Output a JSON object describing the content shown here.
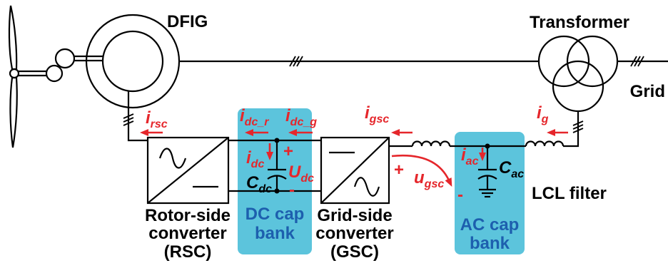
{
  "colors": {
    "line": "#000000",
    "annotation": "#e5262b",
    "bank_fill": "#5cc4dc",
    "bank_text": "#1d5fae"
  },
  "labels": {
    "dfig": "DFIG",
    "transformer": "Transformer",
    "grid": "Grid",
    "lcl_filter": "LCL filter"
  },
  "converters": {
    "rsc": [
      "Rotor-side",
      "converter",
      "(RSC)"
    ],
    "gsc": [
      "Grid-side",
      "converter",
      "(GSC)"
    ]
  },
  "cap_banks": {
    "dc": [
      "DC cap",
      "bank"
    ],
    "ac": [
      "AC cap",
      "bank"
    ]
  },
  "capacitors": {
    "c_dc": {
      "symbol": "C",
      "subscript": "dc"
    },
    "c_ac": {
      "symbol": "C",
      "subscript": "ac"
    }
  },
  "quantities": {
    "i_rsc": {
      "symbol": "i",
      "subscript": "rsc"
    },
    "i_dc_r": {
      "symbol": "i",
      "subscript": "dc_r"
    },
    "i_dc_g": {
      "symbol": "i",
      "subscript": "dc_g"
    },
    "i_dc": {
      "symbol": "i",
      "subscript": "dc"
    },
    "u_dc": {
      "symbol": "U",
      "subscript": "dc"
    },
    "i_gsc": {
      "symbol": "i",
      "subscript": "gsc"
    },
    "u_gsc": {
      "symbol": "u",
      "subscript": "gsc"
    },
    "i_ac": {
      "symbol": "i",
      "subscript": "ac"
    },
    "i_g": {
      "symbol": "i",
      "subscript": "g"
    }
  },
  "polarity": {
    "u_dc_plus": "+",
    "u_dc_minus": "-",
    "u_gsc_plus": "+",
    "u_gsc_minus": "-"
  }
}
